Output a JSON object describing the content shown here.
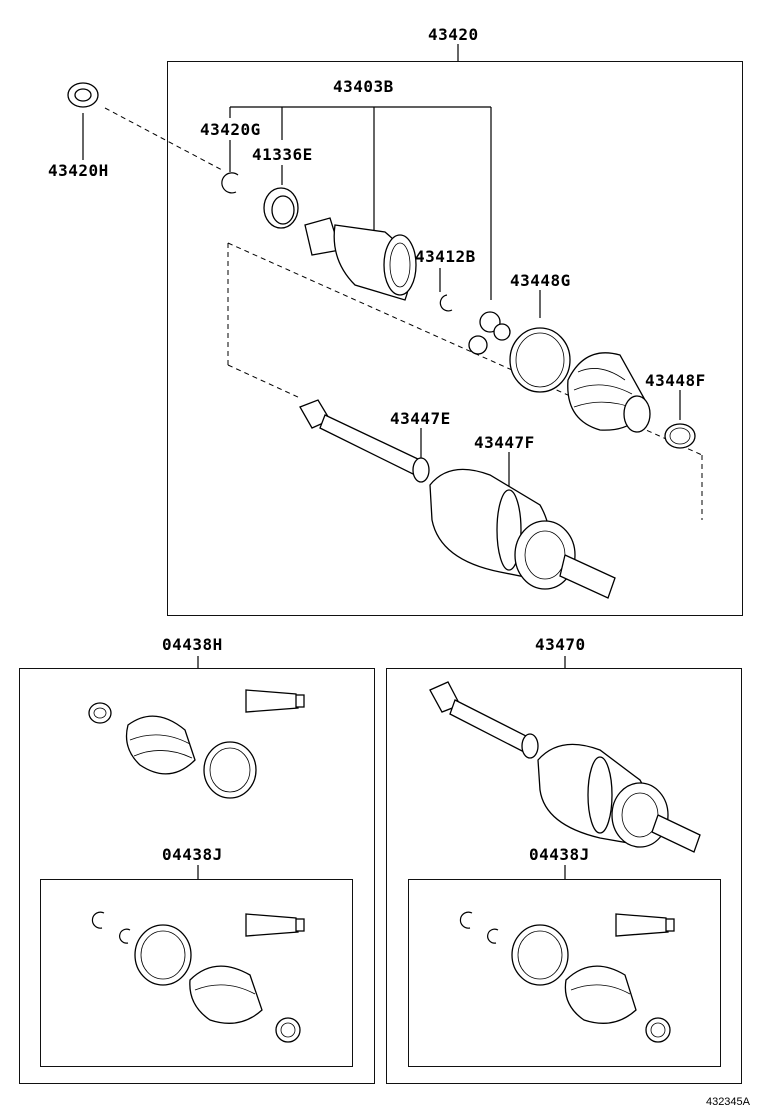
{
  "diagram": {
    "labels": {
      "assembly_main": "43420",
      "seal": "43420H",
      "kit_inner": "43403B",
      "snap_ring": "43420G",
      "dust_seal": "41336E",
      "ring_small": "43412B",
      "clamp_large": "43448G",
      "clamp_small": "43448F",
      "clamp_a": "43447E",
      "clamp_b": "43447F",
      "boot_kit_outer": "04438H",
      "boot_kit_inner_left": "04438J",
      "shaft_assembly": "43470",
      "boot_kit_inner_right": "04438J"
    },
    "figure_code": "432345A"
  }
}
